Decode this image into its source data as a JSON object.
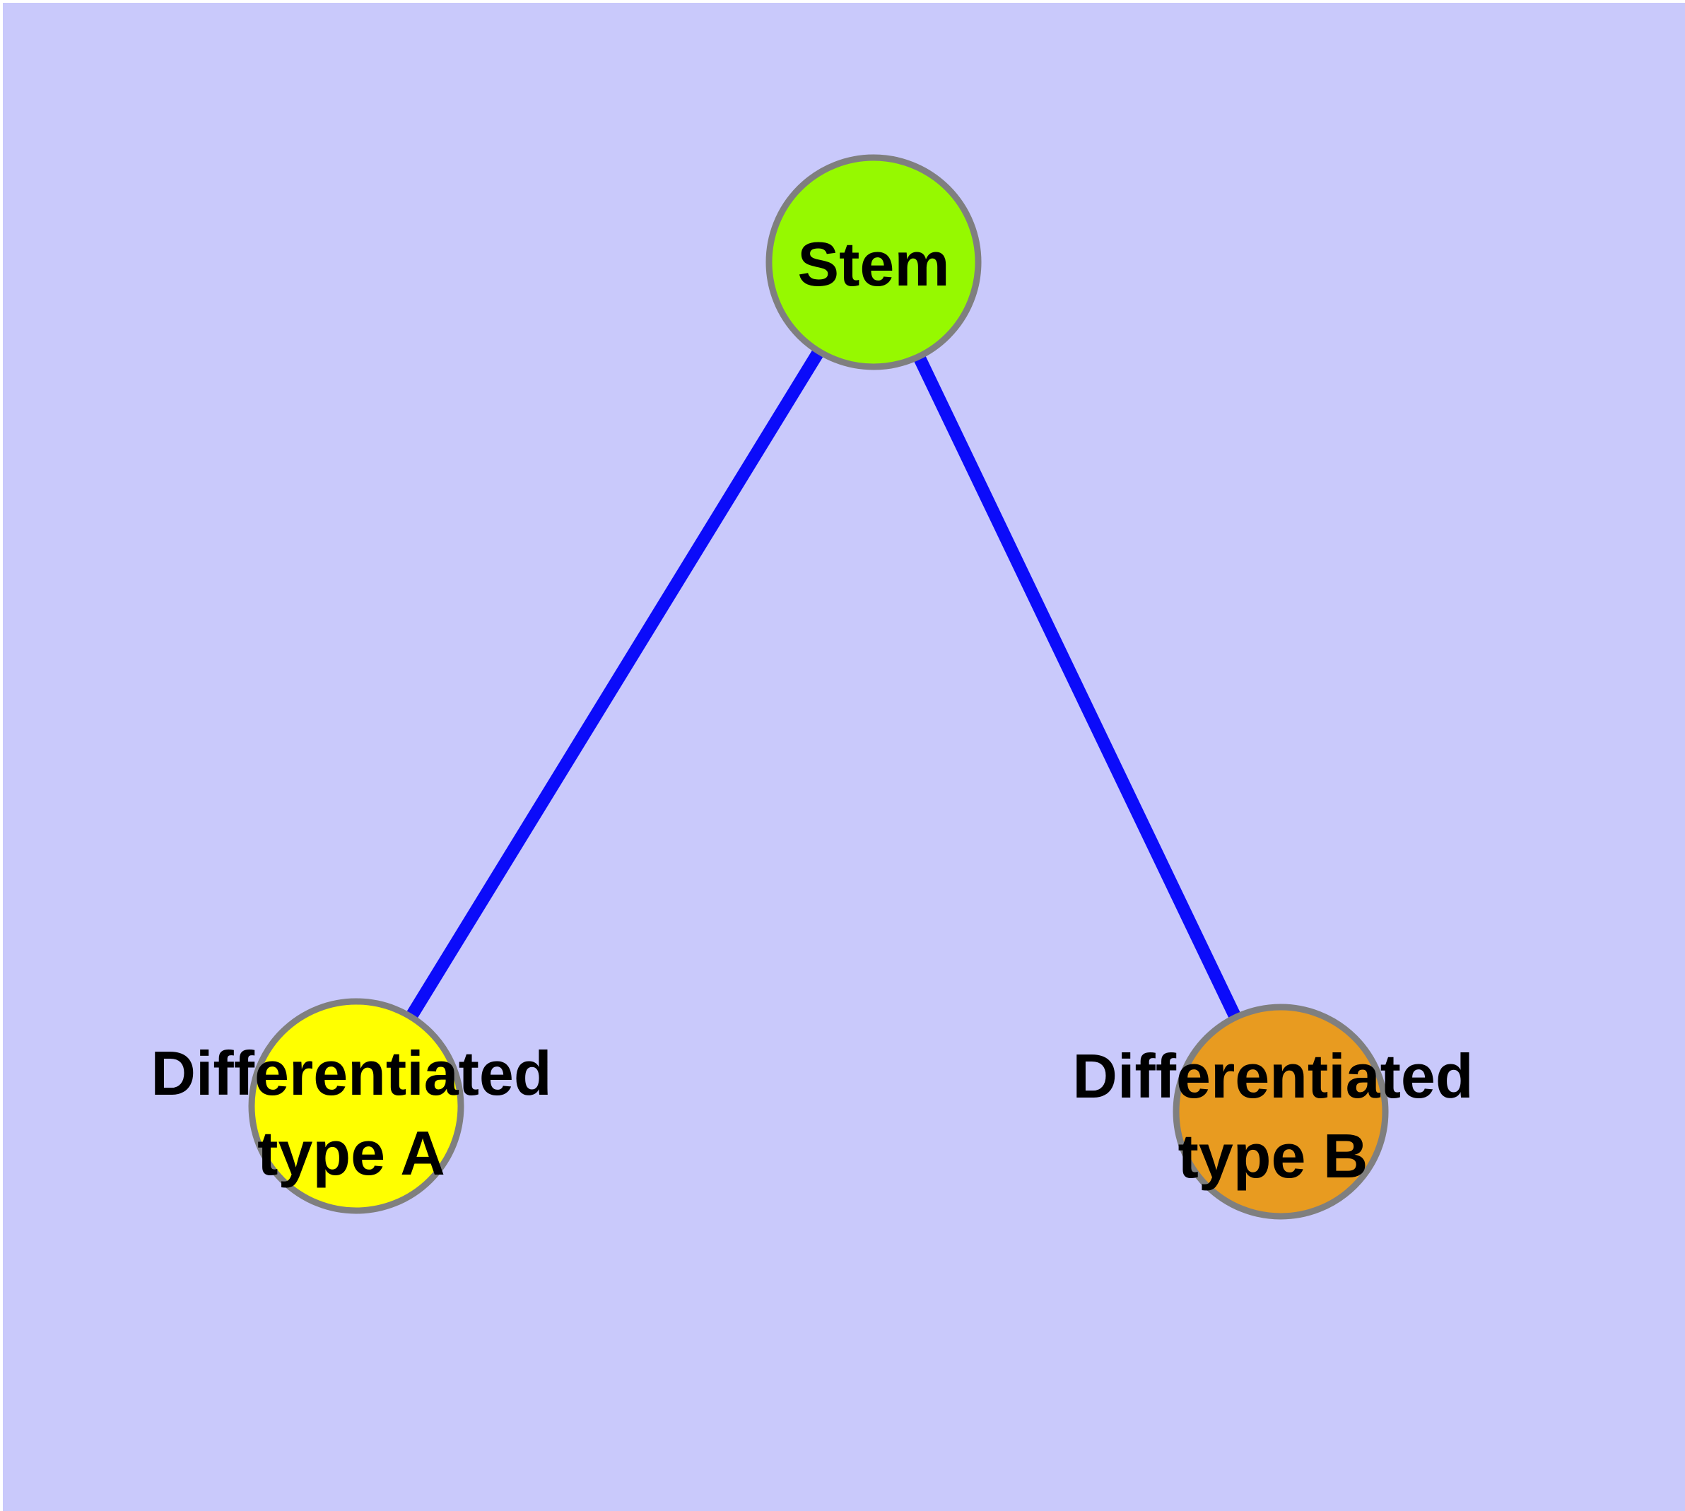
{
  "diagram": {
    "type": "graph",
    "background_color": "#c9c9fb",
    "margin_color": "#ffffff",
    "edge_color": "#0b0bfa",
    "node_border_color": "#7f7f7f",
    "label_color": "#000000",
    "nodes": {
      "stem": {
        "label": "Stem",
        "fill": "#96f900"
      },
      "type_a": {
        "label_line1": "Differentiated",
        "label_line2": "type A",
        "fill": "#ffff00"
      },
      "type_b": {
        "label_line1": "Differentiated",
        "label_line2": "type B",
        "fill": "#e89b20"
      }
    },
    "edges": [
      {
        "source": "Stem",
        "target": "Differentiated type A"
      },
      {
        "source": "Stem",
        "target": "Differentiated type B"
      }
    ]
  }
}
